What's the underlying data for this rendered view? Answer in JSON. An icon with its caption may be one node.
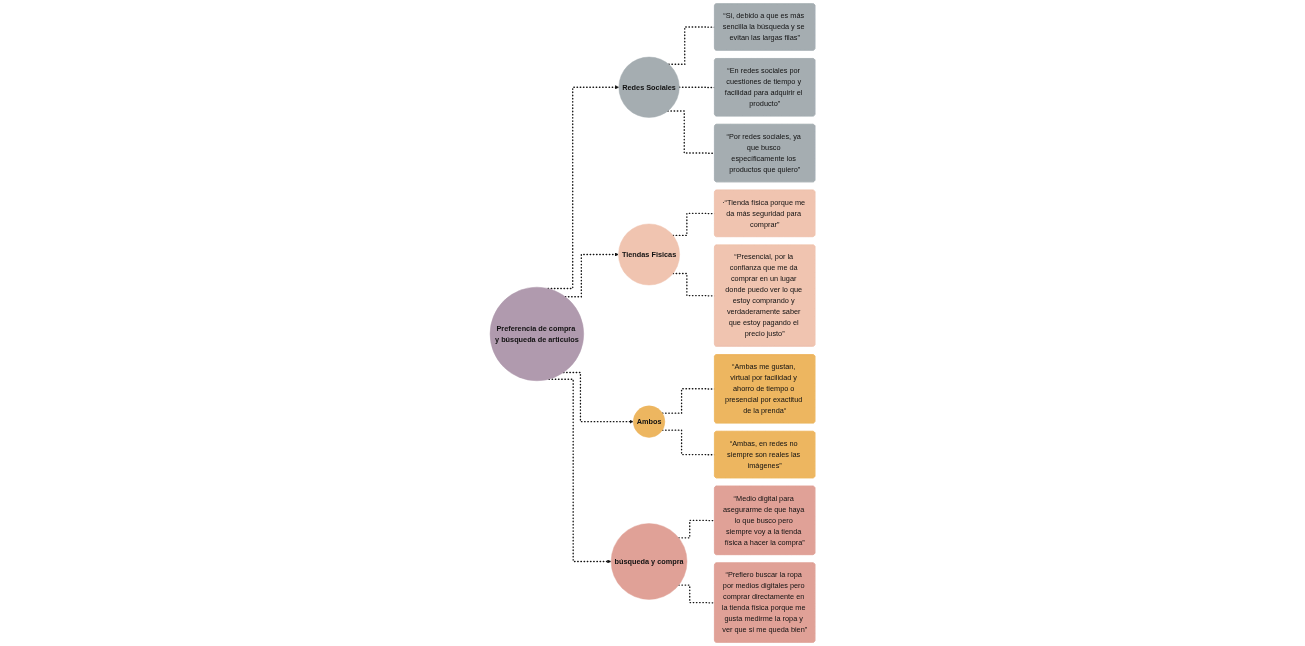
{
  "diagram": {
    "nodes": [
      {
        "text": [
          "Preferencia de compra y búsqueda de articulos"
        ]
      },
      {
        "text": [
          "Redes Sociales"
        ]
      },
      {
        "text": [
          "Tiendas Fisicas"
        ]
      },
      {
        "text": [
          "Ambos"
        ]
      },
      {
        "text": [
          "búsqueda y compra"
        ]
      },
      {
        "text": [
          "“Si, debido a que es más sencilla la búsqueda y se evitan las largas filas”"
        ]
      },
      {
        "text": [
          "“En redes sociales por cuestiones de tiempo y facilidad para adquirir el producto”"
        ]
      },
      {
        "text": [
          "“Por redes sociales, ya que busco específicamente los productos que quiero”"
        ]
      },
      {
        "text": [
          "·“Tienda física porque me da más seguridad para comprar”"
        ]
      },
      {
        "text": [
          "“Presencial, por la confianza que me da comprar en un lugar donde puedo ver lo que estoy comprando y verdaderamente saber que estoy pagando el precio justo”"
        ]
      },
      {
        "text": [
          "“Ambas me gustan, virtual por facilidad y ahorro de tiempo o presencial por exactitud de la prenda“"
        ]
      },
      {
        "text": [
          "“Ambas, en redes no siempre son reales las imágenes”"
        ]
      },
      {
        "text": [
          "“Medio digital para asegurarme de que haya lo que busco pero siempre voy a la tienda física a hacer la compra”"
        ]
      },
      {
        "text": [
          "“Prefiero buscar la ropa por medios digitales pero comprar directamente en la tienda física porque me gusta medirme la ropa y ver que sí me queda bien”"
        ]
      }
    ],
    "edges": [
      {
        "from": 0,
        "to": 1,
        "arrow": "to",
        "style": "dashed"
      },
      {
        "from": 0,
        "to": 2,
        "arrow": "to",
        "style": "dashed"
      },
      {
        "from": 0,
        "to": 3,
        "arrow": "to",
        "style": "dashed"
      },
      {
        "from": 0,
        "to": 4,
        "arrow": "to",
        "style": "dashed"
      },
      {
        "from": 1,
        "to": 5,
        "arrow": "none",
        "style": "dashed"
      },
      {
        "from": 1,
        "to": 6,
        "arrow": "none",
        "style": "dashed"
      },
      {
        "from": 1,
        "to": 7,
        "arrow": "none",
        "style": "dashed"
      },
      {
        "from": 2,
        "to": 8,
        "arrow": "none",
        "style": "dashed"
      },
      {
        "from": 2,
        "to": 9,
        "arrow": "none",
        "style": "dashed"
      },
      {
        "from": 3,
        "to": 10,
        "arrow": "none",
        "style": "dashed"
      },
      {
        "from": 3,
        "to": 11,
        "arrow": "none",
        "style": "dashed"
      },
      {
        "from": 4,
        "to": 12,
        "arrow": "none",
        "style": "dashed"
      },
      {
        "from": 4,
        "to": 13,
        "arrow": "none",
        "style": "dashed"
      }
    ]
  }
}
